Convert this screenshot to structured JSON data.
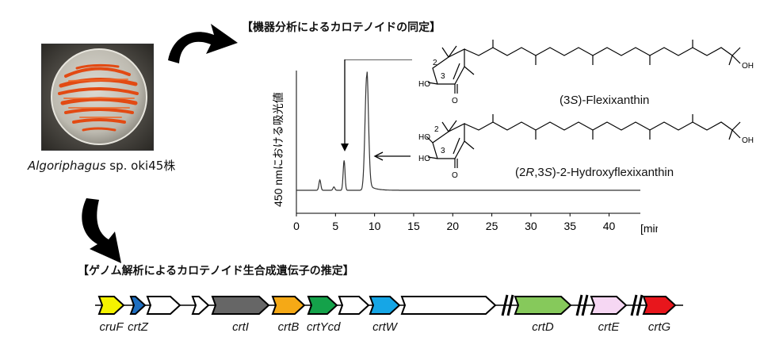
{
  "sections": {
    "analysis_title": "【機器分析によるカロテノイドの同定】",
    "genome_title": "【ゲノム解析によるカロテノイド生合成遺伝子の推定】"
  },
  "strain": {
    "genus": "Algoriphagus",
    "rest": " sp. oki45株"
  },
  "compounds": {
    "c1_pre": "(3",
    "c1_s": "S",
    "c1_post": ")-Flexixanthin",
    "c2_pre": "(2",
    "c2_r": "R",
    "c2_mid": ",3",
    "c2_s": "S",
    "c2_post": ")-2-Hydroxyflexixanthin",
    "locants": [
      "2",
      "3",
      "2",
      "3"
    ],
    "groups": [
      "HO",
      "OH",
      "O",
      "HO",
      "HO",
      "OH",
      "O"
    ]
  },
  "chromatogram": {
    "ylabel": "450 nmにおける吸光値",
    "xunit": "[min]",
    "xticks": [
      "0",
      "5",
      "10",
      "15",
      "20",
      "25",
      "30",
      "35",
      "40"
    ],
    "peaks": [
      {
        "t": 3.0,
        "h": 0.09
      },
      {
        "t": 4.8,
        "h": 0.03
      },
      {
        "t": 6.1,
        "h": 0.26
      },
      {
        "t": 9.0,
        "h": 1.0
      }
    ],
    "xlim": [
      0,
      44
    ]
  },
  "genes": [
    {
      "label": "cruF",
      "color": "#f5f200"
    },
    {
      "label": "crtZ",
      "color": "#1f6fc1"
    },
    {
      "label": "",
      "color": "#ffffff"
    },
    {
      "label": "",
      "color": "#ffffff"
    },
    {
      "label": "crtI",
      "color": "#666666"
    },
    {
      "label": "crtB",
      "color": "#f5a916"
    },
    {
      "label": "crtYcd",
      "color": "#14a24a"
    },
    {
      "label": "",
      "color": "#ffffff"
    },
    {
      "label": "crtW",
      "color": "#16a6e6"
    },
    {
      "label": "",
      "color": "#ffffff"
    },
    {
      "label": "crtD",
      "color": "#86c95b"
    },
    {
      "label": "crtE",
      "color": "#f6d7f3"
    },
    {
      "label": "crtG",
      "color": "#e8161c"
    }
  ]
}
